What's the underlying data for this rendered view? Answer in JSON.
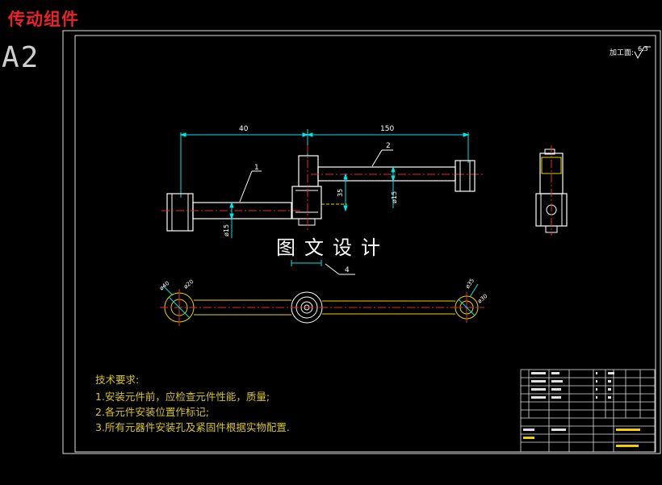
{
  "page_title": "传动组件",
  "sheet_size": "A2",
  "watermark": "图文设计",
  "surface_note": {
    "label": "加工面:",
    "value": "6.3"
  },
  "dimensions": {
    "left_span": "40",
    "right_span": "150",
    "height": "35",
    "dia_left_shaft": "ø15",
    "dia_right_shaft": "ø15",
    "dia_end_left_a": "ø40",
    "dia_end_left_b": "ø20",
    "dia_end_right_a": "ø35",
    "dia_end_right_b": "ø30"
  },
  "part_callouts": [
    "1",
    "2",
    "4"
  ],
  "tech_requirements": {
    "heading": "技术要求:",
    "items": [
      "1.安装元件前，应检查元件性能，质量;",
      "2.各元件安装位置作标记;",
      "3.所有元器件安装孔及紧固件根据实物配置."
    ]
  },
  "colors": {
    "frame": "#e0e0e0",
    "geometry": "#ffffff",
    "dimension": "#00e5e5",
    "hidden": "#f0d000",
    "callout": "#ffffff",
    "title_red": "#e8242a",
    "tech_text": "#d7c52c",
    "center_line": "#e03030",
    "top_view": "#f0d000"
  }
}
